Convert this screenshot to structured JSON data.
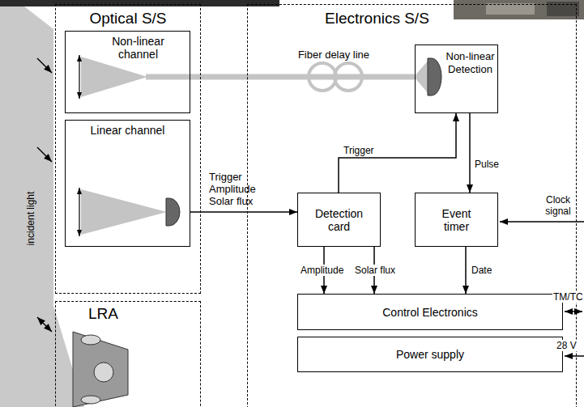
{
  "diagram": {
    "nodes": [
      {
        "text": [
          "Optical S/S"
        ]
      },
      {
        "text": [
          "Non-linear channel"
        ],
        "in": 0
      },
      {
        "text": [
          "Linear channel"
        ],
        "in": 0
      },
      {
        "text": [
          "LRA"
        ]
      },
      {
        "text": [
          "Electronics S/S"
        ]
      },
      {
        "text": [
          "Non-linear Detection"
        ],
        "in": 4
      },
      {
        "text": [
          "Detection card"
        ],
        "in": 4
      },
      {
        "text": [
          "Event timer"
        ],
        "in": 4
      },
      {
        "text": [
          "Control Electronics"
        ],
        "in": 4
      },
      {
        "text": [
          "Power supply"
        ],
        "in": 4
      }
    ],
    "edges": [
      {
        "from": 1,
        "to": 5,
        "arrow": "none",
        "label": "Fiber delay line"
      },
      {
        "from": 2,
        "to": 6,
        "arrow": "to",
        "label": "Trigger Amplitude Solar flux"
      },
      {
        "from": 6,
        "to": 5,
        "arrow": "to",
        "label": "Trigger"
      },
      {
        "from": 5,
        "to": 7,
        "arrow": "to",
        "label": "Pulse"
      },
      {
        "from": 6,
        "to": 8,
        "arrow": "to",
        "label": "Amplitude"
      },
      {
        "from": 6,
        "to": 8,
        "arrow": "to",
        "label": "Solar flux"
      },
      {
        "from": 7,
        "to": 8,
        "arrow": "to",
        "label": "Date"
      }
    ],
    "labels": [
      "incident light",
      "Clock signal",
      "TM/TC",
      "28 V"
    ]
  }
}
